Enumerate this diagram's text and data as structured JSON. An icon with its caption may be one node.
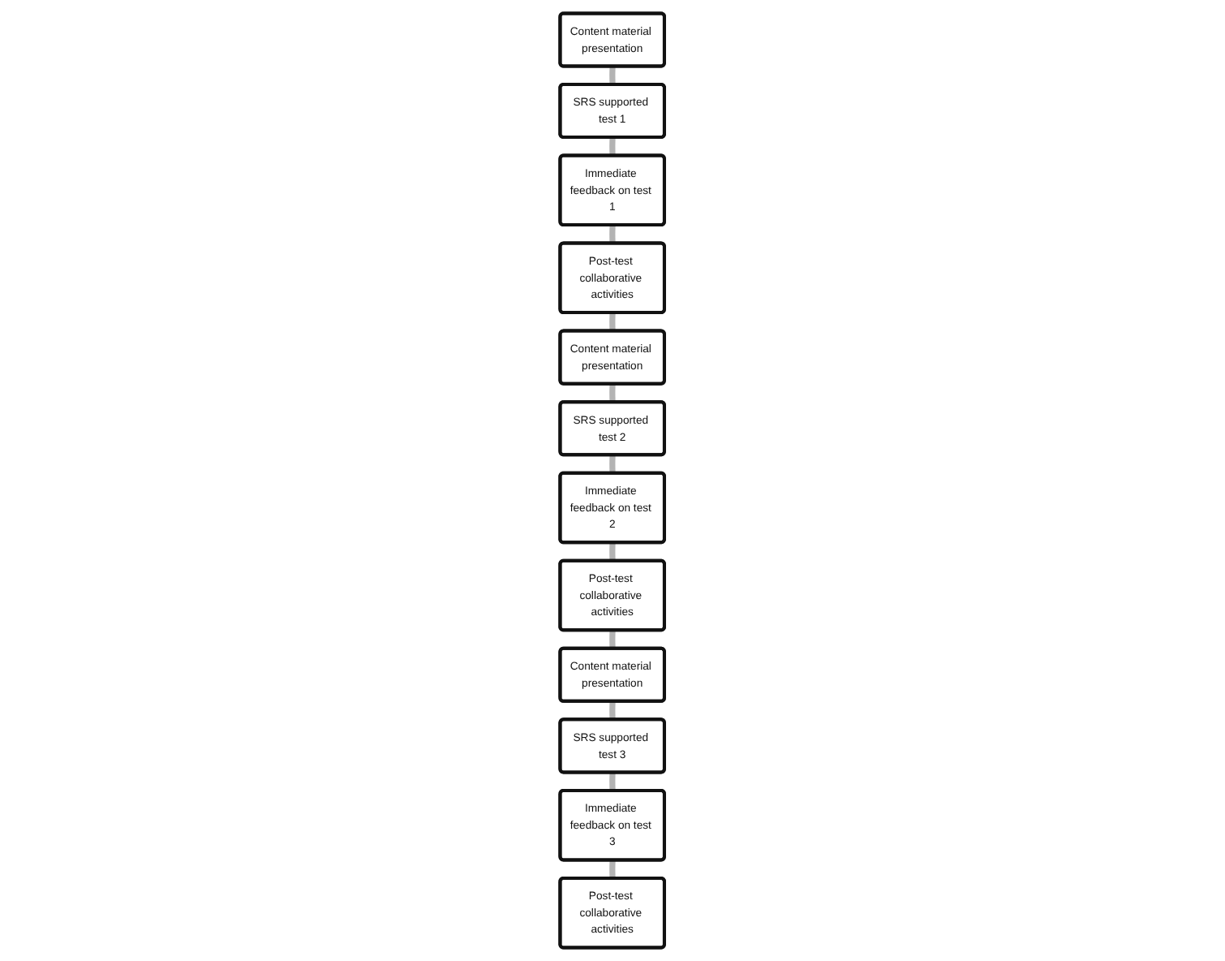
{
  "diagram": {
    "nodes": [
      {
        "text": [
          "Content material presentation"
        ]
      },
      {
        "text": [
          "SRS supported test 1"
        ]
      },
      {
        "text": [
          "Immediate feedback on test 1"
        ]
      },
      {
        "text": [
          "Post-test collaborative activities"
        ]
      },
      {
        "text": [
          "Post-test collaborative activities"
        ]
      },
      {
        "text": [
          "Immediate feedback on test 2"
        ]
      },
      {
        "text": [
          "SRS supported test 2"
        ]
      },
      {
        "text": [
          "Content material presentation"
        ]
      },
      {
        "text": [
          "Content material presentation"
        ]
      },
      {
        "text": [
          "SRS supported test 3"
        ]
      },
      {
        "text": [
          "Immediate feedback on test 3"
        ]
      },
      {
        "text": [
          "Post-test collaborative activities"
        ]
      }
    ],
    "edges": [
      {
        "from": 0,
        "to": 1,
        "arrow": "none"
      },
      {
        "from": 1,
        "to": 2,
        "arrow": "none"
      },
      {
        "from": 2,
        "to": 3,
        "arrow": "none"
      },
      {
        "from": 3,
        "to": 7,
        "arrow": "none"
      },
      {
        "from": 7,
        "to": 6,
        "arrow": "none"
      },
      {
        "from": 6,
        "to": 5,
        "arrow": "none"
      },
      {
        "from": 5,
        "to": 4,
        "arrow": "none"
      },
      {
        "from": 4,
        "to": 8,
        "arrow": "none"
      },
      {
        "from": 8,
        "to": 9,
        "arrow": "none"
      },
      {
        "from": 9,
        "to": 10,
        "arrow": "none"
      },
      {
        "from": 10,
        "to": 11,
        "arrow": "none"
      }
    ]
  }
}
